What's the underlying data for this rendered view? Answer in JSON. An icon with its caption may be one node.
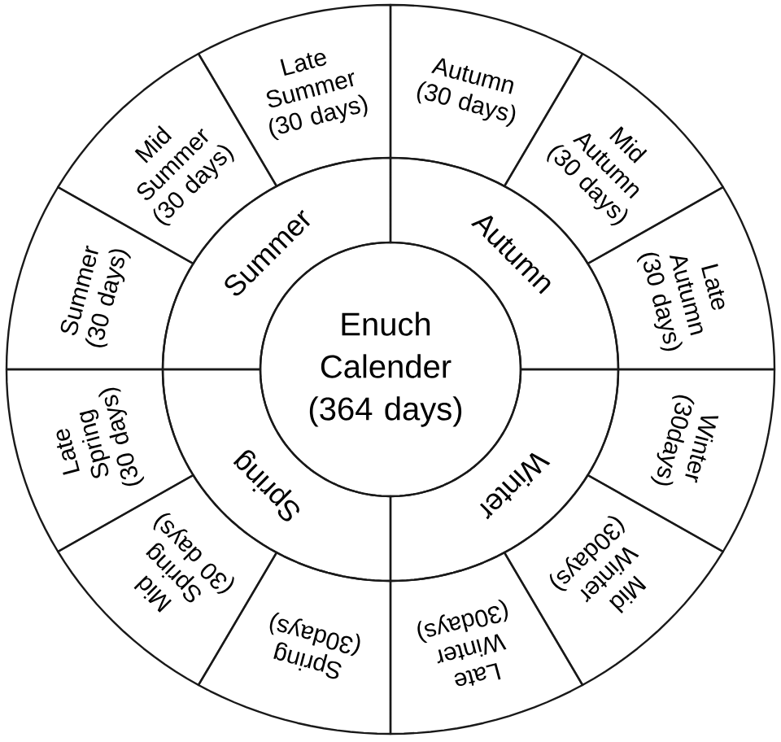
{
  "diagram": {
    "nodes": [
      {
        "text": [
          "Enuch Calender",
          "(364 days)"
        ]
      },
      {
        "text": [
          "Summer"
        ]
      },
      {
        "text": [
          "Autumn"
        ]
      },
      {
        "text": [
          "Winter"
        ]
      },
      {
        "text": [
          "Spring"
        ]
      },
      {
        "text": [
          "Summer",
          "(30 days)"
        ]
      },
      {
        "text": [
          "Mid Summer",
          "(30 days)"
        ]
      },
      {
        "text": [
          "Late Summer",
          "(30 days)"
        ]
      },
      {
        "text": [
          "Autumn",
          "(30 days)"
        ]
      },
      {
        "text": [
          "Mid Autumn",
          "(30 days)"
        ]
      },
      {
        "text": [
          "Late Autumn",
          "(30 days)"
        ]
      },
      {
        "text": [
          "Winter",
          "(30days)"
        ]
      },
      {
        "text": [
          "Mid Winter",
          "(30days)"
        ]
      },
      {
        "text": [
          "Late Winter",
          "(30days)"
        ]
      },
      {
        "text": [
          "Spring",
          "(30days)"
        ]
      },
      {
        "text": [
          "Mid Spring",
          "(30 days)"
        ]
      },
      {
        "text": [
          "Late Spring",
          "(30 days)"
        ]
      }
    ]
  }
}
